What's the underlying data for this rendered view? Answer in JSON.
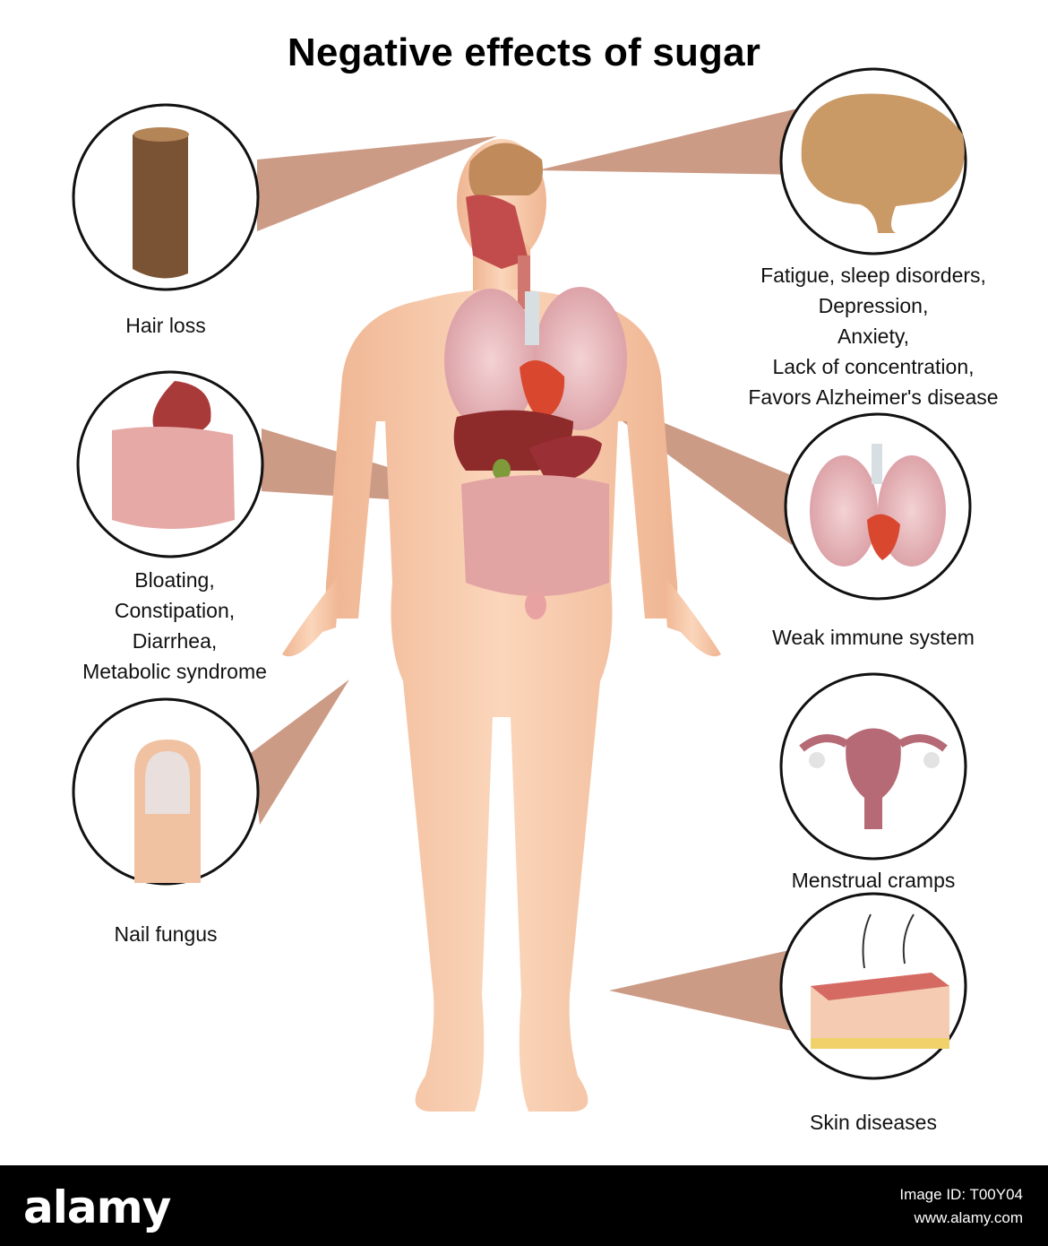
{
  "title": "Negative effects of sugar",
  "labels": {
    "hair": [
      "Hair loss"
    ],
    "brain": [
      "Fatigue, sleep disorders,",
      "Depression,",
      "Anxiety,",
      "Lack of concentration,",
      "Favors Alzheimer's disease"
    ],
    "gut": [
      "Bloating,",
      "Constipation,",
      "Diarrhea,",
      "Metabolic syndrome"
    ],
    "lungs": [
      "Weak immune system"
    ],
    "nail": [
      "Nail fungus"
    ],
    "uterus": [
      "Menstrual cramps"
    ],
    "skin": [
      "Skin diseases"
    ]
  },
  "footer": {
    "brand": "alamy",
    "image_id": "Image ID: T00Y04",
    "site": "www.alamy.com"
  },
  "colors": {
    "skin": "#f6c8a8",
    "callout": "#c9967f",
    "organ": "#9b2d2d",
    "footer_bg": "#000000"
  }
}
